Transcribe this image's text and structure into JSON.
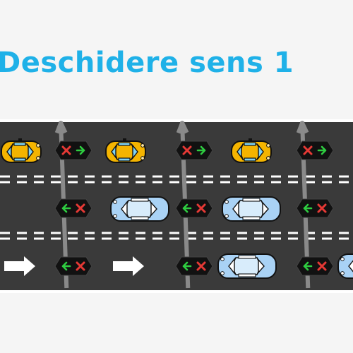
{
  "title": "Deschidere sens 1",
  "colors": {
    "background": "#f5f5f5",
    "title": "#1fb1e8",
    "road": "#3a3a3a",
    "road_edge": "#ffffff",
    "lane_marking": "#ffffff",
    "gantry": "#8a8a8a",
    "signal_panel": "#111111",
    "signal_go": "#2ecc40",
    "signal_stop": "#e53935",
    "car_yellow": "#f4b400",
    "car_blue": "#a9d2f5"
  },
  "lanes": [
    {
      "name": "lane-1",
      "signals": [
        "stop",
        "go"
      ]
    },
    {
      "name": "lane-2",
      "signals": [
        "go",
        "stop"
      ]
    },
    {
      "name": "lane-3",
      "signals": [
        "go",
        "stop"
      ]
    }
  ],
  "gantries": 3,
  "icons": {
    "gantry": "lane-control-gantry-icon",
    "stop": "red-x-icon",
    "go": "green-arrow-icon",
    "car": "car-icon",
    "direction": "direction-arrow-icon"
  }
}
